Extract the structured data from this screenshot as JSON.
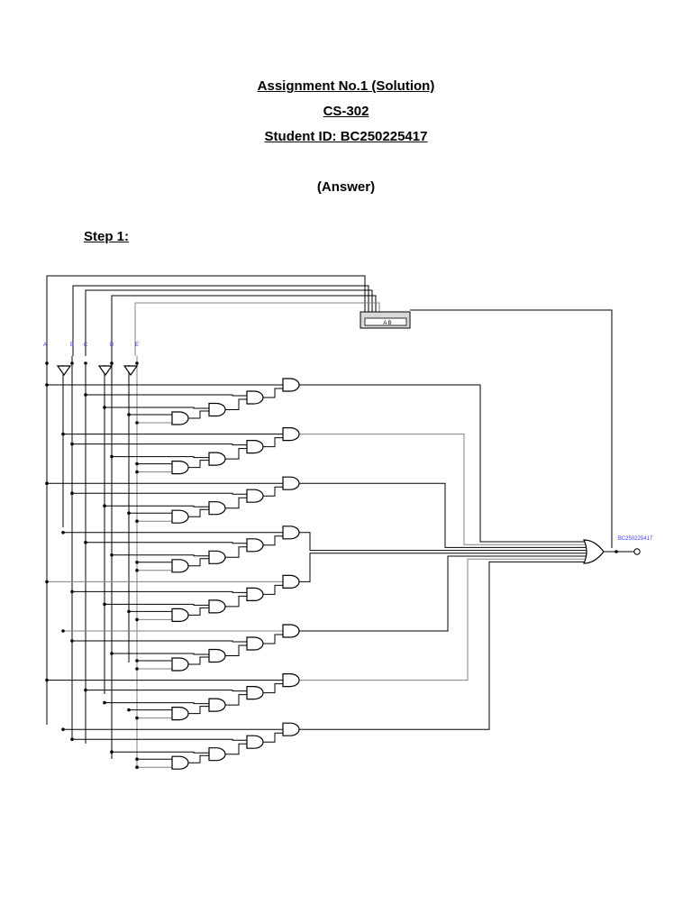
{
  "document": {
    "title": "Assignment No.1 (Solution)",
    "course": "CS-302",
    "student_id": "Student ID: BC250225417",
    "answer": "(Answer)",
    "step": "Step 1:"
  },
  "circuit": {
    "output_label": "BC250225417",
    "input_labels": [
      "A",
      "B",
      "C",
      "D",
      "E"
    ],
    "device_label": "A B",
    "wire_color": "#000000",
    "gray_wire_color": "#808080",
    "label_color": "#3b3bff",
    "and_blocks": 8,
    "or_inputs": 8
  }
}
